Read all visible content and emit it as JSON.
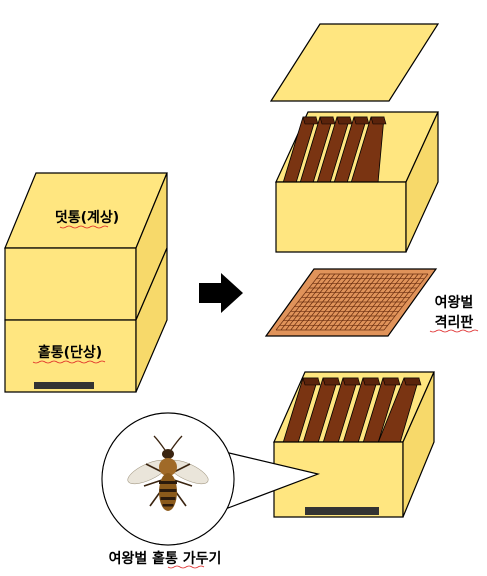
{
  "labels": {
    "upper_box": "덧통(계상)",
    "lower_box": "홑통(단상)",
    "queen_excluder_line1": "여왕벌",
    "queen_excluder_line2": "격리판",
    "caption": "여왕벌 홑통 가두기"
  },
  "colors": {
    "box_front": "#FFE680",
    "box_top": "#FFE680",
    "box_side": "#F7D96A",
    "outline": "#000000",
    "frame": "#7A3412",
    "frame_dark": "#5A230B",
    "excluder_fill": "#E0935A",
    "excluder_grid": "#6B2F10",
    "entrance": "#333333",
    "arrow": "#000000",
    "bee_body": "#8B5A1B",
    "bee_stripe": "#2B1A0C"
  },
  "icons": {
    "arrow": "right-arrow-icon",
    "bee": "bee-icon"
  }
}
